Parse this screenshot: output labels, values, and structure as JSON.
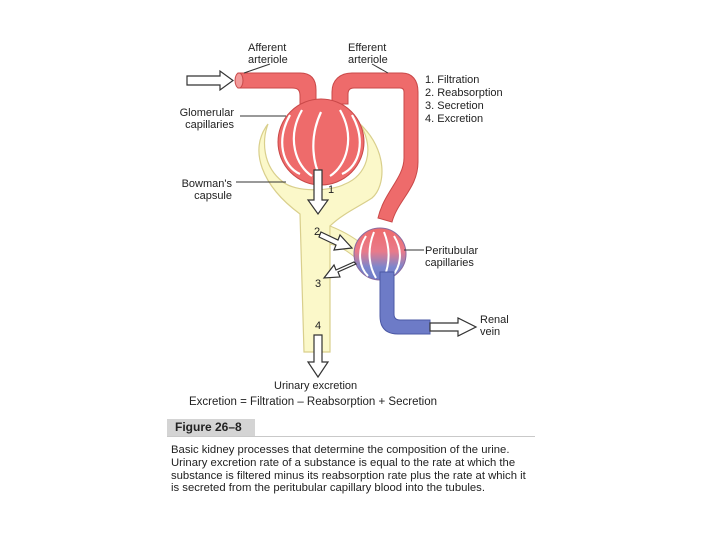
{
  "labels": {
    "afferent_arteriole": [
      "Afferent",
      "arteriole"
    ],
    "efferent_arteriole": [
      "Efferent",
      "arteriole"
    ],
    "glomerular_capillaries": [
      "Glomerular",
      "capillaries"
    ],
    "bowmans_capsule": [
      "Bowman's",
      "capsule"
    ],
    "peritubular_capillaries": [
      "Peritubular",
      "capillaries"
    ],
    "renal_vein": [
      "Renal",
      "vein"
    ],
    "urinary_excretion": "Urinary excretion"
  },
  "processes": [
    "1. Filtration",
    "2. Reabsorption",
    "3. Secretion",
    "4. Excretion"
  ],
  "arrow_numbers": [
    "1",
    "2",
    "3",
    "4"
  ],
  "equation": "Excretion = Filtration – Reabsorption + Secretion",
  "figure_label": "Figure 26–8",
  "caption": "Basic kidney processes that determine the composition of the urine. Urinary excretion rate of a substance is equal to the rate at which the substance is filtered minus its reabsorption rate plus the rate at which it is secreted from the peritubular capillary blood into the tubules.",
  "colors": {
    "arterial": "#ee6b6b",
    "arterial_dark": "#c94848",
    "venous": "#6d7bc7",
    "venous_dark": "#4b58a5",
    "tubule": "#fbf8c9",
    "tubule_edge": "#d9cf8c"
  }
}
